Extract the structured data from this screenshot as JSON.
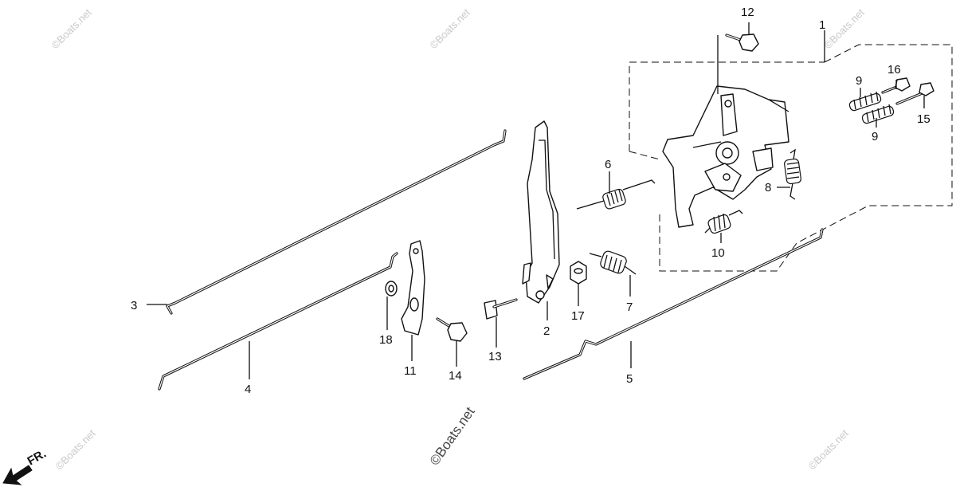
{
  "diagram": {
    "part_labels": [
      "1",
      "2",
      "3",
      "4",
      "5",
      "6",
      "7",
      "8",
      "9",
      "9",
      "10",
      "11",
      "12",
      "13",
      "14",
      "15",
      "16",
      "17",
      "18"
    ],
    "watermark": "©Boats.net",
    "direction_indicator": "FR."
  }
}
